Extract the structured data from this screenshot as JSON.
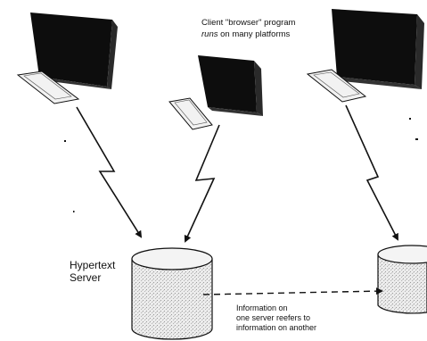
{
  "labels": {
    "client_line1": "Client \"browser\" program",
    "client_line2_emph": "runs",
    "client_line2_rest": " on many platforms",
    "server_line1": "Hypertext",
    "server_line2": "Server",
    "info_line1": "Information on",
    "info_line2": "one server reefers to",
    "info_line3": "information on another"
  },
  "colors": {
    "screen": "#0d0d0d",
    "screen_side": "#2a2a2a",
    "keyboard_fill": "#f2f2f2",
    "cylinder_fill": "#e6e6e6",
    "ink": "#111111"
  },
  "icons": [
    "computer-icon",
    "lightning-arrow-icon",
    "database-cylinder-icon"
  ]
}
